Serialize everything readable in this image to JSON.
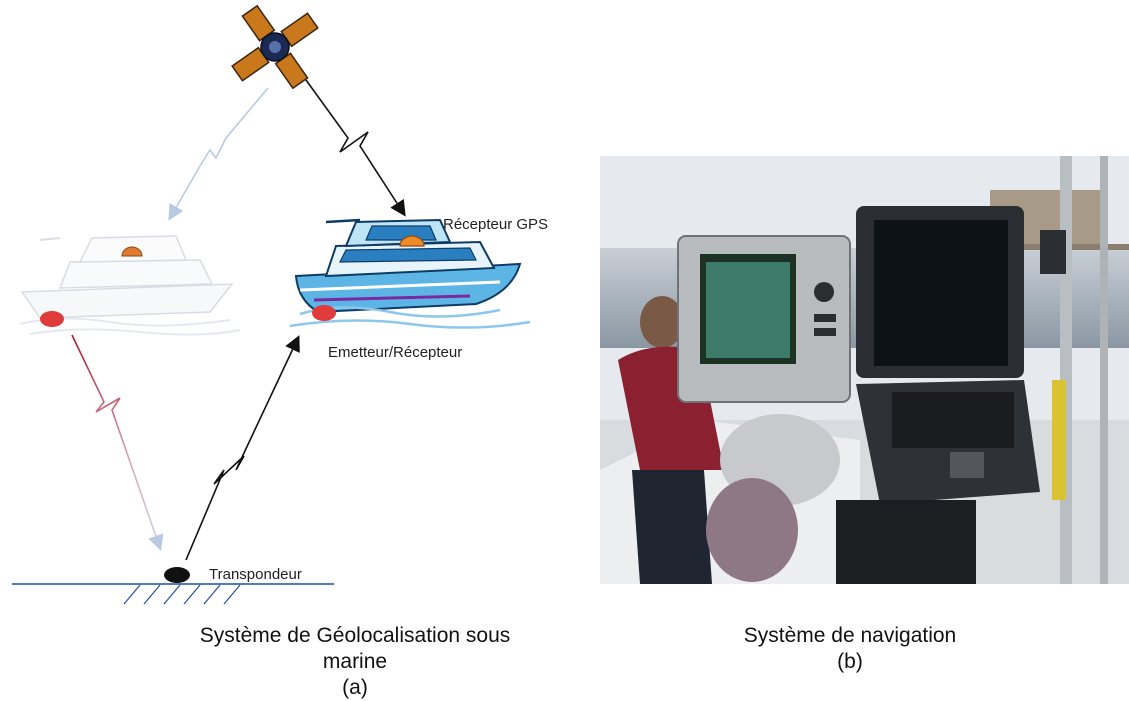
{
  "panel_a": {
    "labels": {
      "gps_receiver": "Récepteur GPS",
      "emitter_receiver": "Emetteur/Récepteur",
      "transponder": "Transpondeur"
    },
    "caption_line1": "Système de Géolocalisation sous marine",
    "caption_line2": "(a)"
  },
  "panel_b": {
    "caption_line1": "Système de navigation",
    "caption_line2": "(b)"
  }
}
